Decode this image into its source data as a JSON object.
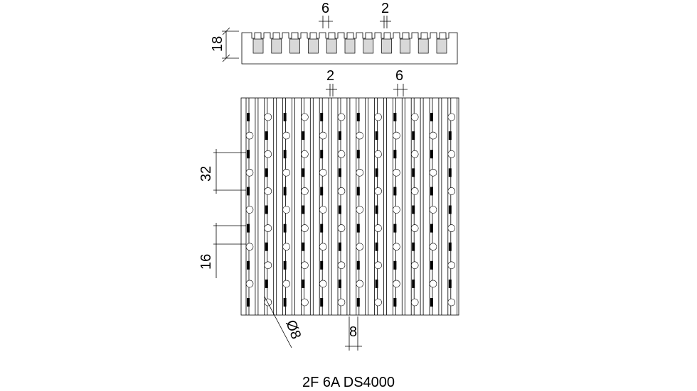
{
  "drawing": {
    "caption": "2F 6A DS4000",
    "top_view": {
      "dim_slot_width": "6",
      "dim_gap": "2",
      "dim_thickness": "18"
    },
    "front_view": {
      "dim_gap": "2",
      "dim_slot_width": "6",
      "dim_row_spacing": "32",
      "dim_row_offset": "16",
      "dim_hole_diameter": "Ø8",
      "dim_pitch": "8"
    }
  }
}
